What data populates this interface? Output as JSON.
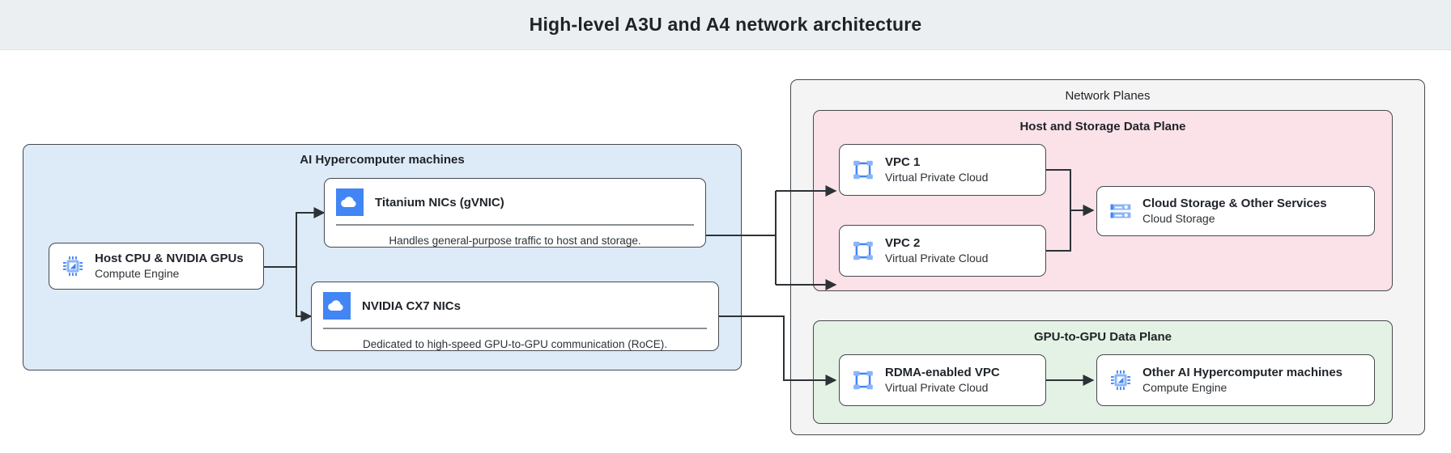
{
  "header": {
    "title": "High-level A3U and A4 network architecture"
  },
  "groups": {
    "ai_machines": {
      "title": "AI Hypercomputer machines",
      "color": "#ddebf9"
    },
    "network_planes": {
      "title": "Network Planes",
      "color": "#f4f4f4"
    },
    "host_storage_plane": {
      "title": "Host and Storage Data Plane",
      "color": "#fbe2e9"
    },
    "gpu_plane": {
      "title": "GPU-to-GPU Data Plane",
      "color": "#e3f2e4"
    }
  },
  "nodes": {
    "host_cpu": {
      "title": "Host CPU & NVIDIA GPUs",
      "subtitle": "Compute Engine",
      "icon": "cpu-chip-icon"
    },
    "titanium": {
      "title": "Titanium NICs (gVNIC)",
      "caption": "Handles general-purpose traffic to host and storage.",
      "icon": "cloud-icon"
    },
    "cx7": {
      "title": "NVIDIA CX7 NICs",
      "caption": "Dedicated to high-speed GPU-to-GPU communication (RoCE).",
      "icon": "cloud-icon"
    },
    "vpc1": {
      "title": "VPC 1",
      "subtitle": "Virtual Private Cloud",
      "icon": "vpc-network-icon"
    },
    "vpc2": {
      "title": "VPC 2",
      "subtitle": "Virtual Private Cloud",
      "icon": "vpc-network-icon"
    },
    "cloud_storage": {
      "title": "Cloud Storage & Other Services",
      "subtitle": "Cloud Storage",
      "icon": "storage-server-icon"
    },
    "rdma_vpc": {
      "title": "RDMA-enabled VPC",
      "subtitle": "Virtual Private Cloud",
      "icon": "vpc-network-icon"
    },
    "other_machines": {
      "title": "Other AI Hypercomputer machines",
      "subtitle": "Compute Engine",
      "icon": "cpu-chip-icon"
    }
  },
  "colors": {
    "icon_blue": "#4285f4",
    "icon_blue_light": "#8ab4f8",
    "stroke": "#45494e",
    "header_bg": "#eceff1",
    "text": "#1f2328"
  }
}
